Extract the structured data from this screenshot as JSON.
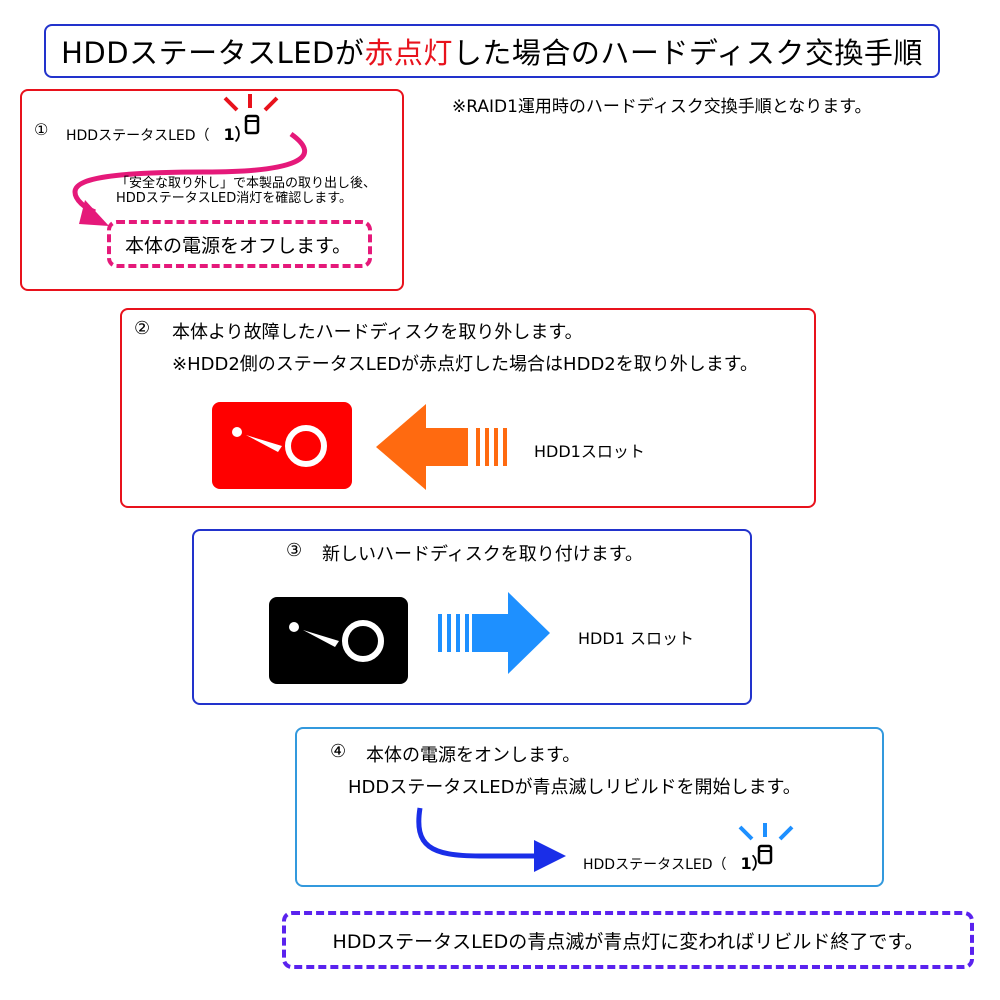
{
  "title": {
    "before": "HDDステータスLEDが",
    "highlight": "赤点灯",
    "after": "した場合のハードディスク交換手順"
  },
  "note": "※RAID1運用時のハードディスク交換手順となります。",
  "step1": {
    "number": "①",
    "led_label": "HDDステータスLED（",
    "led_suffix": "1）",
    "instruction_line1": "「安全な取り外し」で本製品の取り出し後、",
    "instruction_line2": "HDDステータスLED消灯を確認します。",
    "action": "本体の電源をオフします。"
  },
  "step2": {
    "number": "②",
    "text": "本体より故障したハードディスクを取り外します。",
    "subtext": "※HDD2側のステータスLEDが赤点灯した場合はHDD2を取り外します。",
    "slot_label": "HDD1スロット"
  },
  "step3": {
    "number": "③",
    "text": "新しいハードディスクを取り付けます。",
    "slot_label": "HDD1 スロット"
  },
  "step4": {
    "number": "④",
    "text": "本体の電源をオンします。",
    "subtext": "HDDステータスLEDが青点滅しリビルドを開始します。",
    "led_label": "HDDステータスLED（",
    "led_suffix": "1）"
  },
  "final": "HDDステータスLEDの青点滅が青点灯に変わればリビルド終了です。",
  "colors": {
    "red": "#e8121c",
    "blue_border": "#2233cc",
    "light_blue_border": "#3399dd",
    "magenta": "#e5197a",
    "purple": "#5a22ee",
    "orange_arrow": "#ff6a10",
    "blue_arrow": "#1e90ff",
    "curve_blue": "#1a2ee8"
  }
}
